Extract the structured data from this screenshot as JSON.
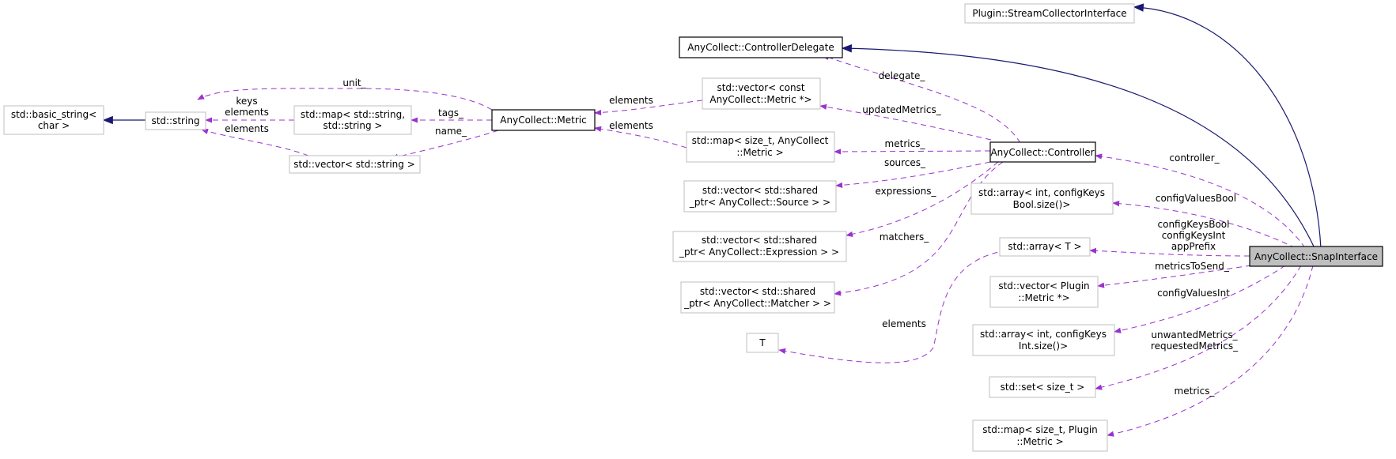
{
  "nodes": {
    "basic_string": [
      "std::basic_string<",
      "char >"
    ],
    "string": [
      "std::string"
    ],
    "map_string": [
      "std::map< std::string,",
      "std::string >"
    ],
    "vector_string": [
      "std::vector< std::string >"
    ],
    "metric": [
      "AnyCollect::Metric"
    ],
    "vector_metric_ptr": [
      "std::vector< const",
      "AnyCollect::Metric *>"
    ],
    "map_size_metric": [
      "std::map< size_t, AnyCollect",
      "::Metric >"
    ],
    "vector_source": [
      "std::vector< std::shared",
      "_ptr< AnyCollect::Source > >"
    ],
    "vector_expression": [
      "std::vector< std::shared",
      "_ptr< AnyCollect::Expression > >"
    ],
    "vector_matcher": [
      "std::vector< std::shared",
      "_ptr< AnyCollect::Matcher > >"
    ],
    "T": [
      "T"
    ],
    "controller_delegate": [
      "AnyCollect::ControllerDelegate"
    ],
    "stream_collector": [
      "Plugin::StreamCollectorInterface"
    ],
    "controller": [
      "AnyCollect::Controller"
    ],
    "array_bool": [
      "std::array< int, configKeys",
      "Bool.size()>"
    ],
    "array_T": [
      "std::array< T >"
    ],
    "vector_plugin_metric": [
      "std::vector< Plugin",
      "::Metric *>"
    ],
    "array_int": [
      "std::array< int, configKeys",
      "Int.size()>"
    ],
    "set_size": [
      "std::set< size_t >"
    ],
    "map_plugin_metric": [
      "std::map< size_t, Plugin",
      "::Metric >"
    ],
    "snap_interface": [
      "AnyCollect::SnapInterface"
    ]
  },
  "edge_labels": {
    "unit": [
      "unit_"
    ],
    "keys_elements": [
      "keys",
      "elements"
    ],
    "elements_vs": [
      "elements"
    ],
    "tags": [
      "tags_"
    ],
    "name": [
      "name_"
    ],
    "elements_vmp": [
      "elements"
    ],
    "elements_msm": [
      "elements"
    ],
    "delegate": [
      "delegate_"
    ],
    "updated_metrics": [
      "updatedMetrics_"
    ],
    "metrics_ctrl": [
      "metrics_"
    ],
    "sources": [
      "sources_"
    ],
    "expressions": [
      "expressions_"
    ],
    "matchers": [
      "matchers_"
    ],
    "elements_T": [
      "elements"
    ],
    "controller": [
      "controller_"
    ],
    "config_values_bool": [
      "configValuesBool"
    ],
    "keys_prefix": [
      "configKeysBool",
      "configKeysInt",
      "appPrefix"
    ],
    "metrics_to_send": [
      "metricsToSend_"
    ],
    "config_values_int": [
      "configValuesInt"
    ],
    "unwanted_requested": [
      "unwantedMetrics_",
      "requestedMetrics_"
    ],
    "metrics_snap": [
      "metrics_"
    ]
  },
  "colors": {
    "usage_edge": "#9a32cd",
    "inheritance_edge": "#191970",
    "focus_fill": "#bfbfbf",
    "light_border": "#bfbfbf",
    "dark_border": "#000000"
  }
}
